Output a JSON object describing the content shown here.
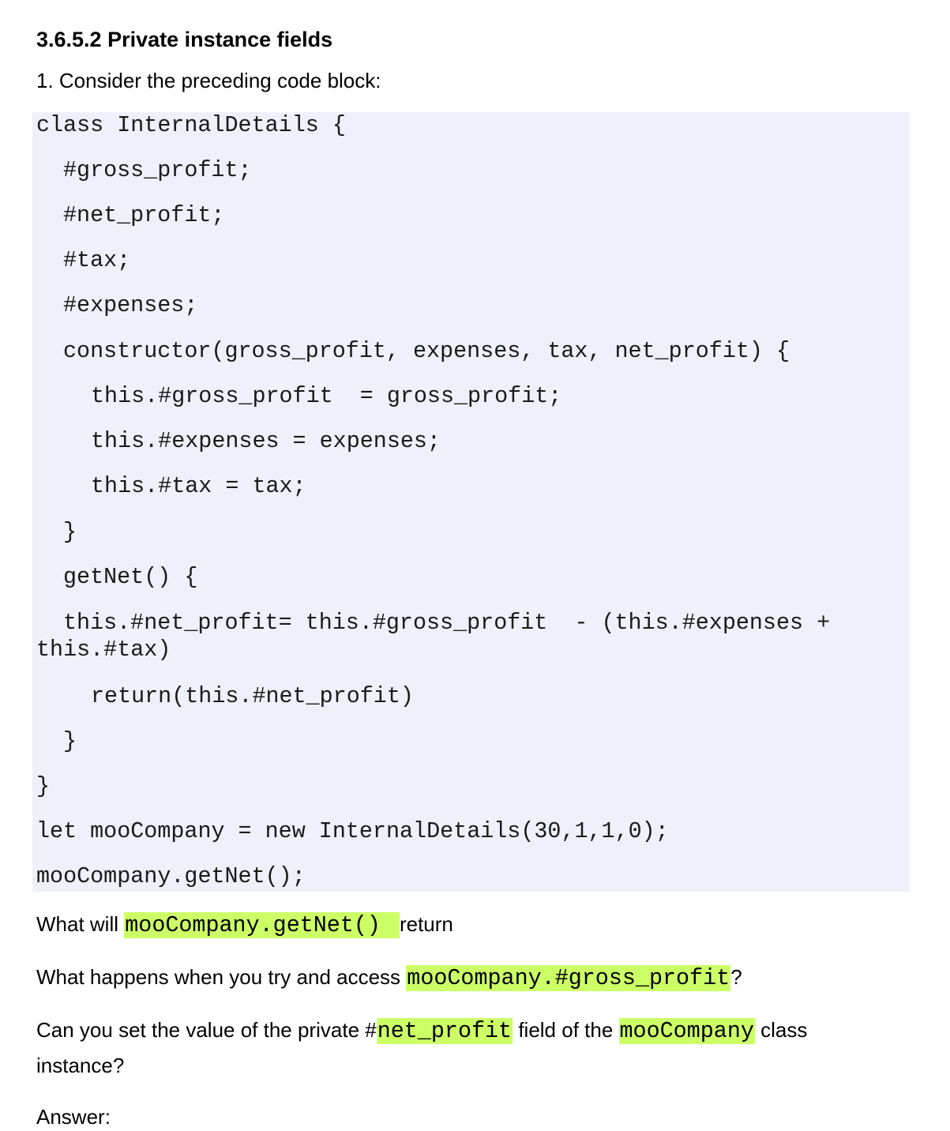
{
  "heading": "3.6.5.2 Private instance fields",
  "intro": "1. Consider the preceding code block:",
  "code_lines": [
    "class InternalDetails {",
    "#gross_profit;",
    "#net_profit;",
    "#tax;",
    "#expenses;",
    "constructor(gross_profit, expenses, tax, net_profit) {",
    "this.#gross_profit  = gross_profit;",
    "this.#expenses = expenses;",
    "this.#tax = tax;",
    "}",
    "getNet() {",
    "this.#net_profit= this.#gross_profit  - (this.#expenses +",
    "this.#tax)",
    "return(this.#net_profit)",
    "}",
    "}",
    "let mooCompany = new InternalDetails(30,1,1,0);",
    "mooCompany.getNet();"
  ],
  "questions": {
    "q1": {
      "prefix": "What will ",
      "code": "mooCompany.getNet()",
      "suffix": "return"
    },
    "q2": {
      "prefix": "What happens when you try and access ",
      "code": "mooCompany.#gross_profit",
      "suffix": "?"
    },
    "q3": {
      "prefix": "Can you set the value of the private #",
      "code1": "net_profit",
      "middle": " field of the ",
      "code2": "mooCompany",
      "suffix": " class",
      "line2": "instance?"
    }
  },
  "answer_label": "Answer:",
  "colors": {
    "code_background": "#eef1fa",
    "highlight": "#ccff66"
  }
}
